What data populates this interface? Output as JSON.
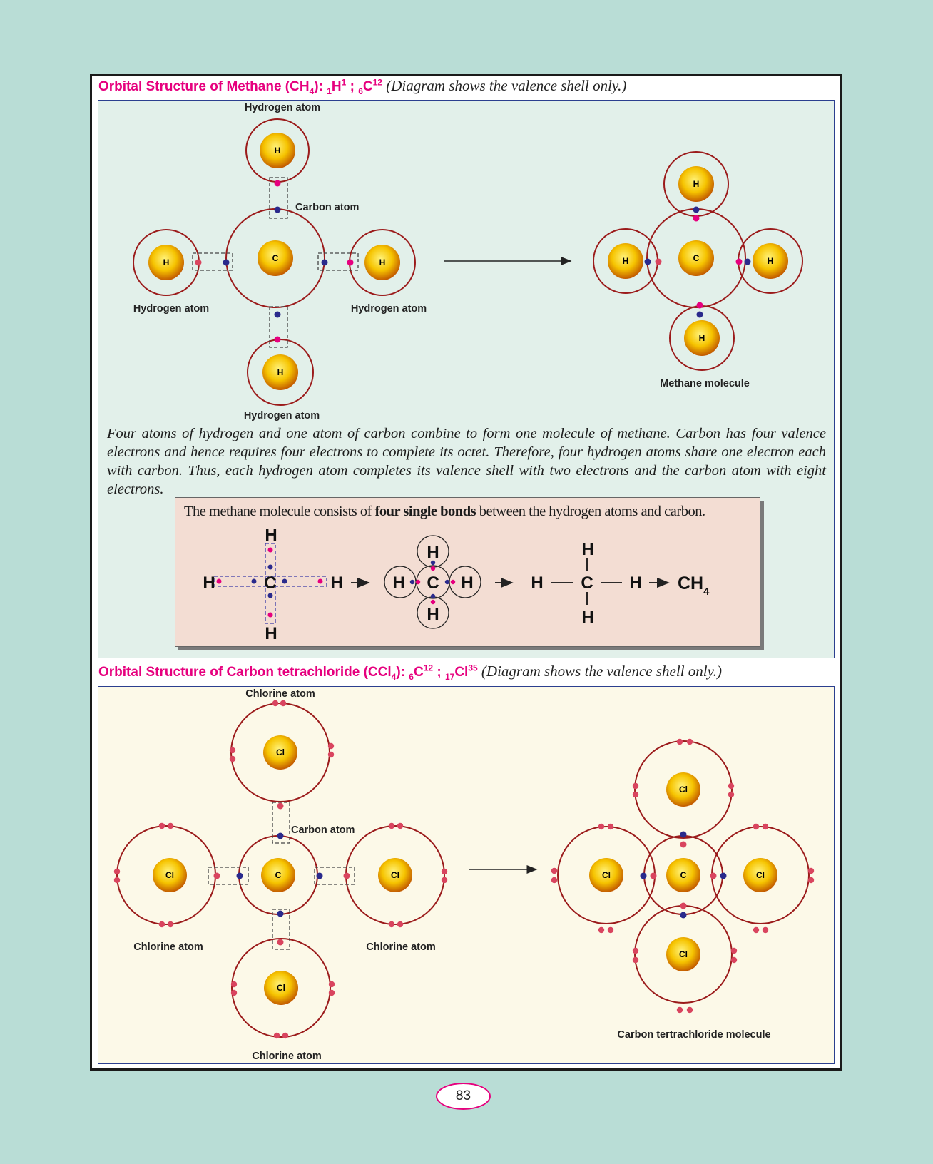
{
  "methane": {
    "title": {
      "prefix": "Orbital Structure of Methane (CH",
      "sub4": "4",
      "close": "): ",
      "h_sub": "1",
      "h": "H",
      "h_sup": "1",
      "sep": " ; ",
      "c_sub": "6",
      "c": "C",
      "c_sup": "12",
      "note": " (Diagram shows the valence shell only.)"
    },
    "labels": {
      "hydrogen_top": "Hydrogen atom",
      "carbon": "Carbon atom",
      "hydrogen_left": "Hydrogen atom",
      "hydrogen_right": "Hydrogen atom",
      "hydrogen_bottom": "Hydrogen atom",
      "molecule": "Methane molecule"
    },
    "symbols": {
      "h": "H",
      "c": "C"
    },
    "paragraph": "Four atoms of hydrogen and one atom of carbon combine to form one molecule of methane. Carbon has four valence electrons and hence requires four electrons to complete its octet. Therefore, four hydrogen atoms share one electron each with carbon. Thus, each hydrogen atom completes its valence shell with two electrons and the carbon atom with eight electrons.",
    "inset": {
      "text_before": "The methane molecule consists of ",
      "text_bold": "four single bonds",
      "text_after": " between the hydrogen atoms and carbon.",
      "formula_main": "CH",
      "formula_sub": "4"
    }
  },
  "ccl4": {
    "title": {
      "prefix": "Orbital Structure of Carbon tetrachloride (CCl",
      "sub4": "4",
      "close": "): ",
      "c_sub": "6",
      "c": "C",
      "c_sup": "12",
      "sep": " ; ",
      "cl_sub": "17",
      "cl": "Cl",
      "cl_sup": "35",
      "note": " (Diagram shows the valence shell only.)"
    },
    "labels": {
      "chlorine_top": "Chlorine atom",
      "carbon": "Carbon atom",
      "chlorine_left": "Chlorine atom",
      "chlorine_right": "Chlorine atom",
      "chlorine_bottom": "Chlorine atom",
      "molecule": "Carbon tertrachloride molecule"
    },
    "symbols": {
      "cl": "Cl",
      "c": "C"
    }
  },
  "page_number": "83",
  "colors": {
    "background": "#b9ddd6",
    "title": "#e6007e",
    "shell": "#9b1b1b",
    "electron_pink": "#e6007e",
    "electron_blue": "#2a2a8c",
    "electron_red": "#d9455f"
  }
}
